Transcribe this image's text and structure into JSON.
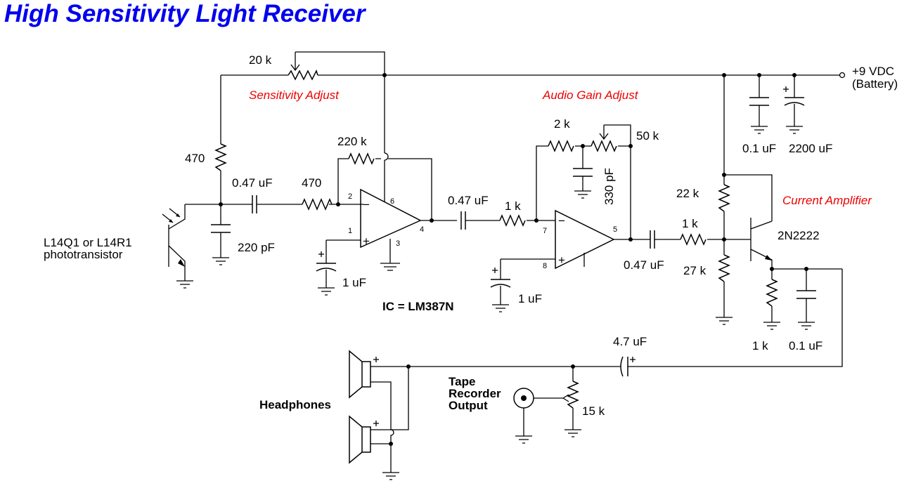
{
  "title": "High Sensitivity Light Receiver",
  "colors": {
    "title": "#0000ee",
    "annotation": "#ee0000",
    "wire": "#000000"
  },
  "notes": {
    "sensitivity": "Sensitivity Adjust",
    "audio_gain": "Audio Gain Adjust",
    "current_amp": "Current Amplifier"
  },
  "supply": {
    "line1": "+9 VDC",
    "line2": "(Battery)"
  },
  "ic": "IC = LM387N",
  "phototransistor": {
    "line1": "L14Q1 or L14R1",
    "line2": "phototransistor"
  },
  "transistor": "2N2222",
  "headphones": "Headphones",
  "tape": {
    "line1": "Tape",
    "line2": "Recorder",
    "line3": "Output"
  },
  "components": {
    "pot_sens": "20 k",
    "r_470_top": "470",
    "c_047_in": "0.47 uF",
    "r_470_in": "470",
    "c_220p": "220 pF",
    "r_220k": "220 k",
    "c_1u_a": "1 uF",
    "c_047_mid": "0.47 uF",
    "r_1k_a": "1 k",
    "r_2k": "2 k",
    "pot_gain": "50 k",
    "c_330p": "330 pF",
    "c_1u_b": "1 uF",
    "c_047_out": "0.47 uF",
    "r_1k_b": "1 k",
    "r_22k": "22 k",
    "r_27k": "27 k",
    "r_1k_e": "1 k",
    "c_01_e": "0.1 uF",
    "c_01_sup": "0.1 uF",
    "c_2200": "2200 uF",
    "c_47u": "4.7 uF",
    "pot_15k": "15 k"
  },
  "pins": {
    "p2": "2",
    "p1": "1",
    "p6": "6",
    "p3": "3",
    "p4": "4",
    "p7": "7",
    "p8": "8",
    "p5": "5",
    "minus": "−",
    "plus": "+"
  }
}
